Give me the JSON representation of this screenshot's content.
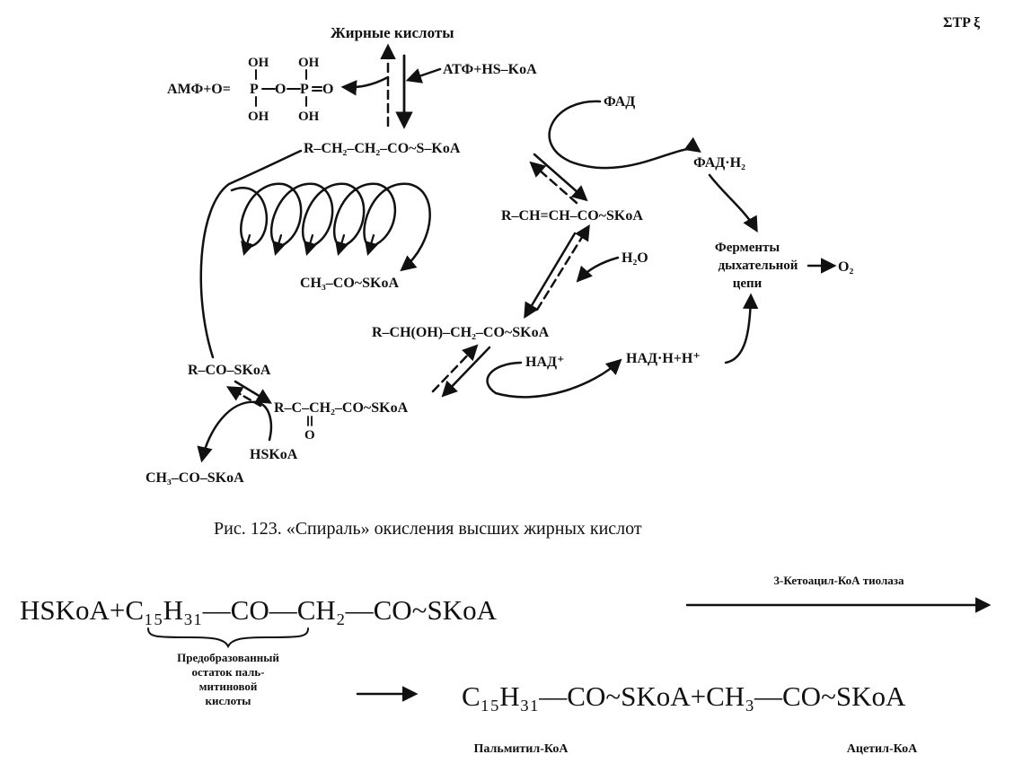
{
  "figure": {
    "caption": "Рис. 123. «Спираль» окисления высших жирных кислот",
    "corner_mark": "ΣΤΡ ξ"
  },
  "scheme": {
    "fatty_acids": "Жирные кислоты",
    "atp_hskoa": "АТФ+HS–KoA",
    "amp_prefix": "АМФ+O=",
    "p": "P",
    "o": "O",
    "oh": "OH",
    "acyl_coa": "R–CH₂–CH₂–CO~S–KoA",
    "fad": "ФАД",
    "fadh2": "ФАД·H₂",
    "enoyl_coa": "R–CH=CH–CO~SKoA",
    "water": "H₂O",
    "enzymes_line1": "Ферменты",
    "enzymes_line2": "дыхательной",
    "enzymes_line3": "цепи",
    "oxygen": "O₂",
    "hydroxyacyl_coa": "R–CH(OH)–CH₂–CO~SKoA",
    "nad": "НАД⁺",
    "nadh": "НАД·H+H⁺",
    "spiral_product": "CH₃–CO~SKoA",
    "shortened_acyl": "R–CO–SKoA",
    "ketoacyl_coa": "R–C–CH₂–CO~SKoA",
    "keto_o": "O",
    "hskoa": "HSKoA",
    "acetyl_product": "CH₃–CO–SKoA"
  },
  "equation": {
    "enzyme": "3-Кетоацил-КоА тиолаза",
    "reactant_left": "HSKoA+C₁₅H₃₁—CO—CH₂—CO~SKoA",
    "brace_label_line1": "Предобразованный",
    "brace_label_line2": "остаток паль-",
    "brace_label_line3": "митиновой",
    "brace_label_line4": "кислоты",
    "products": "C₁₅H₃₁—CO~SKoA+CH₃—CO~SKoA",
    "product1_name": "Пальмитил-КоА",
    "product2_name": "Ацетил-КоА"
  }
}
